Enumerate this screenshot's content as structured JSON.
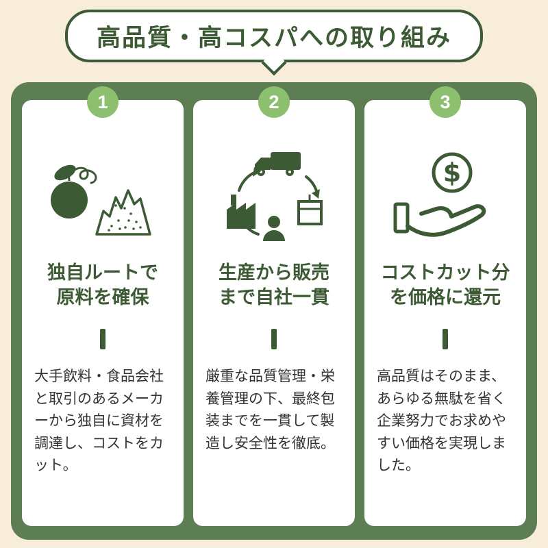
{
  "title": "高品質・高コスパへの取り組み",
  "colors": {
    "background": "#f7edda",
    "panel_green": "#5d7d52",
    "dark_green": "#3c5a33",
    "circle_green": "#8cc06f",
    "card_bg": "#ffffff",
    "body_text": "#333333"
  },
  "cards": [
    {
      "number": "1",
      "icon": "raw-materials-icon",
      "heading_line1": "独自ルートで",
      "heading_line2": "原料を確保",
      "body": "大手飲料・食品会社と取引のあるメーカーから独自に資材を調達し、コストをカット。"
    },
    {
      "number": "2",
      "icon": "supply-chain-cycle-icon",
      "heading_line1": "生産から販売",
      "heading_line2": "まで自社一貫",
      "body": "厳重な品質管理・栄養管理の下、最終包装までを一貫して製造し安全性を徹底。"
    },
    {
      "number": "3",
      "icon": "hand-coin-icon",
      "heading_line1": "コストカット分",
      "heading_line2": "を価格に還元",
      "body": "高品質はそのまま、あらゆる無駄を省く企業努力でお求めやすい価格を実現しました。"
    }
  ]
}
